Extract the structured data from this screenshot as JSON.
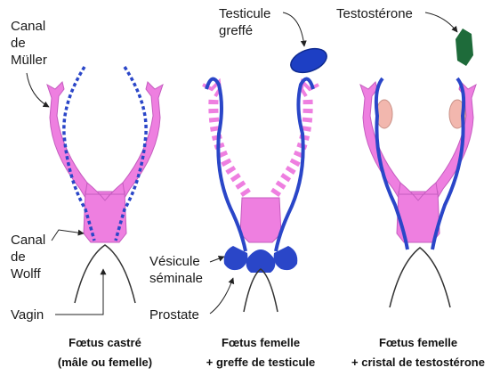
{
  "colors": {
    "muller_pink": "#ee7fe0",
    "muller_outline": "#c45cbf",
    "wolff_blue": "#2a46c8",
    "testis_pink": "#f2b7ae",
    "graft_blue": "#1d3fc4",
    "crystal_green": "#1e6b3a",
    "label_text": "#1a1a1a",
    "leader_line": "#222222"
  },
  "labels": {
    "canal_muller": [
      "Canal",
      "de",
      "Müller"
    ],
    "canal_wolff": [
      "Canal",
      "de",
      "Wolff"
    ],
    "vagin": "Vagin",
    "testicule_greffe": [
      "Testicule",
      "greffé"
    ],
    "testosterone": "Testostérone",
    "vesicule_seminale": [
      "Vésicule",
      "séminale"
    ],
    "prostate": "Prostate"
  },
  "panels": [
    {
      "id": "castrated",
      "caption": [
        "Fœtus castré",
        "(mâle ou femelle)"
      ]
    },
    {
      "id": "female_graft",
      "caption": [
        "Fœtus femelle",
        "+ greffe de testicule"
      ]
    },
    {
      "id": "female_crystal",
      "caption": [
        "Fœtus femelle",
        "+ cristal de testostérone"
      ]
    }
  ],
  "icons": {
    "graft": "ellipse-blue",
    "crystal": "hexagon-green"
  }
}
